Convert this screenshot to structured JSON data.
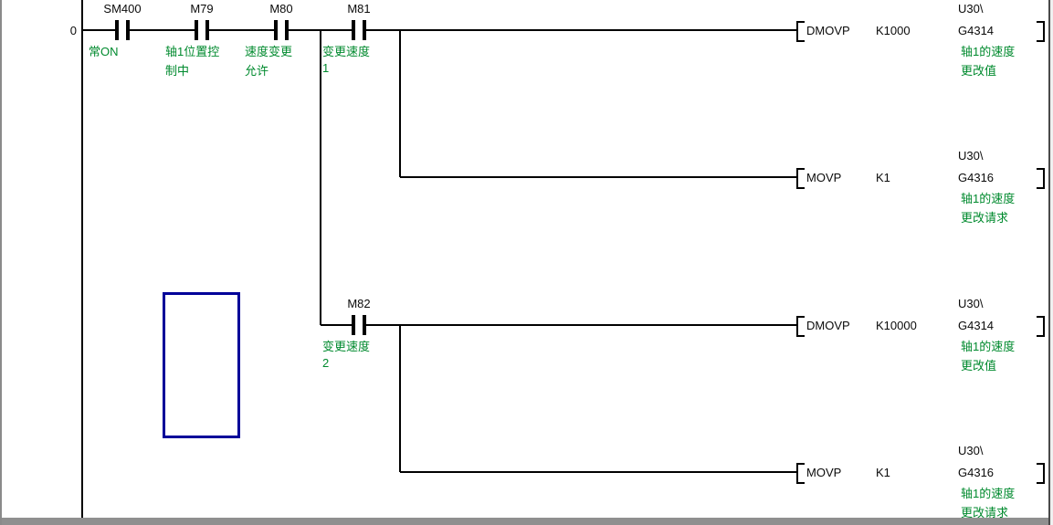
{
  "ladder": {
    "rung_number": "0",
    "contacts": [
      {
        "device": "SM400",
        "comment1": "常ON",
        "comment2": ""
      },
      {
        "device": "M79",
        "comment1": "轴1位置控",
        "comment2": "制中"
      },
      {
        "device": "M80",
        "comment1": "速度变更",
        "comment2": "允许"
      },
      {
        "device": "M81",
        "comment1": "变更速度",
        "comment2": "1"
      },
      {
        "device": "M82",
        "comment1": "变更速度",
        "comment2": "2"
      }
    ],
    "instructions": [
      {
        "mnemonic": "DMOVP",
        "operand": "K1000",
        "prefix": "U30\\",
        "device": "G4314",
        "comment1": "轴1的速度",
        "comment2": "更改值"
      },
      {
        "mnemonic": "MOVP",
        "operand": "K1",
        "prefix": "U30\\",
        "device": "G4316",
        "comment1": "轴1的速度",
        "comment2": "更改请求"
      },
      {
        "mnemonic": "DMOVP",
        "operand": "K10000",
        "prefix": "U30\\",
        "device": "G4314",
        "comment1": "轴1的速度",
        "comment2": "更改值"
      },
      {
        "mnemonic": "MOVP",
        "operand": "K1",
        "prefix": "U30\\",
        "device": "G4316",
        "comment1": "轴1的速度",
        "comment2": "更改请求"
      }
    ],
    "colors": {
      "wire": "#000000",
      "device_text": "#0a0a0a",
      "comment_green": "#008A2E",
      "cursor_blue": "#000099",
      "window_border": "#8a8a8a"
    }
  }
}
